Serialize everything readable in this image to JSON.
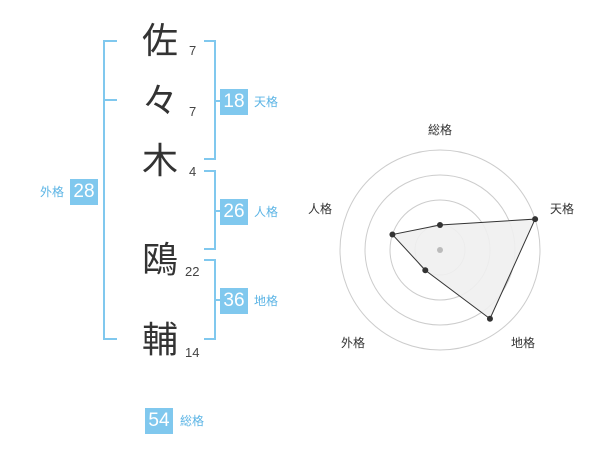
{
  "name_chars": [
    {
      "char": "佐",
      "strokes": "7"
    },
    {
      "char": "々",
      "strokes": "7"
    },
    {
      "char": "木",
      "strokes": "4"
    },
    {
      "char": "鴎",
      "strokes": "22"
    },
    {
      "char": "輔",
      "strokes": "14"
    }
  ],
  "fortune": {
    "tenkaku": {
      "value": "18",
      "label": "天格"
    },
    "jinkaku": {
      "value": "26",
      "label": "人格"
    },
    "chikaku": {
      "value": "36",
      "label": "地格"
    },
    "gaikaku": {
      "value": "28",
      "label": "外格"
    },
    "soukaku": {
      "value": "54",
      "label": "総格"
    }
  },
  "radar": {
    "axes": [
      "総格",
      "天格",
      "地格",
      "外格",
      "人格"
    ],
    "levels": 4,
    "values": [
      0.25,
      1.0,
      0.85,
      0.25,
      0.5
    ],
    "colors": {
      "ring": "#cccccc",
      "fill": "#f0f0f0",
      "line": "#333333",
      "point": "#333333",
      "center": "#bbbbbb"
    }
  }
}
